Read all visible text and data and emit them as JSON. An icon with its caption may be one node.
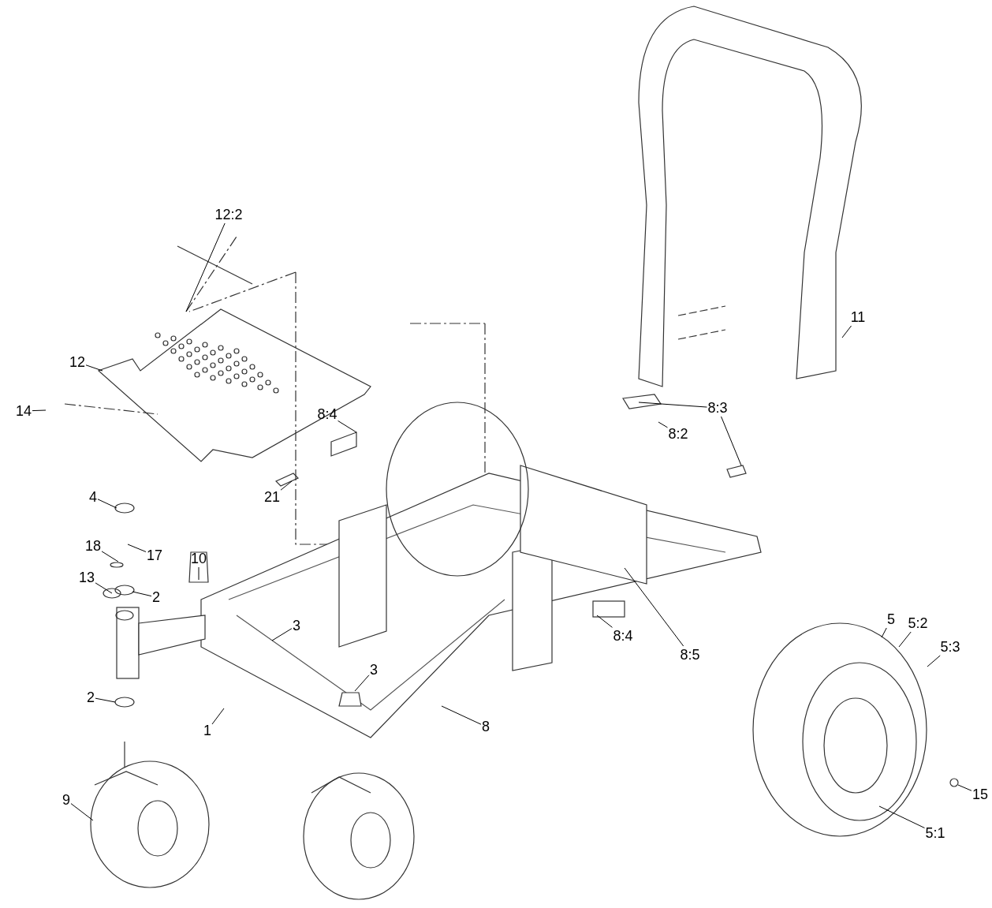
{
  "diagram": {
    "nodes": [
      {
        "text": [
          "12:2"
        ]
      },
      {
        "text": [
          "12"
        ]
      },
      {
        "text": [
          "14"
        ]
      },
      {
        "text": [
          "8:4"
        ]
      },
      {
        "text": [
          "21"
        ]
      },
      {
        "text": [
          "4"
        ]
      },
      {
        "text": [
          "18"
        ]
      },
      {
        "text": [
          "17"
        ]
      },
      {
        "text": [
          "10"
        ]
      },
      {
        "text": [
          "2"
        ]
      },
      {
        "text": [
          "13"
        ]
      },
      {
        "text": [
          "3"
        ]
      },
      {
        "text": [
          "3"
        ]
      },
      {
        "text": [
          "2"
        ]
      },
      {
        "text": [
          "1"
        ]
      },
      {
        "text": [
          "8"
        ]
      },
      {
        "text": [
          "9"
        ]
      },
      {
        "text": [
          "8:3"
        ]
      },
      {
        "text": [
          "8:2"
        ]
      },
      {
        "text": [
          "11"
        ]
      },
      {
        "text": [
          "8:4"
        ]
      },
      {
        "text": [
          "8:5"
        ]
      },
      {
        "text": [
          "5"
        ]
      },
      {
        "text": [
          "5:2"
        ]
      },
      {
        "text": [
          "5:3"
        ]
      },
      {
        "text": [
          "15"
        ]
      },
      {
        "text": [
          "5:1"
        ]
      }
    ],
    "edges": [
      {
        "from": 0,
        "to": null,
        "arrow": "none"
      },
      {
        "from": 1,
        "to": null,
        "arrow": "none"
      },
      {
        "from": 2,
        "to": null,
        "arrow": "none"
      },
      {
        "from": 3,
        "to": null,
        "arrow": "none"
      },
      {
        "from": 4,
        "to": null,
        "arrow": "none"
      },
      {
        "from": 5,
        "to": null,
        "arrow": "none"
      },
      {
        "from": 6,
        "to": null,
        "arrow": "none"
      },
      {
        "from": 7,
        "to": null,
        "arrow": "none"
      },
      {
        "from": 8,
        "to": null,
        "arrow": "none"
      },
      {
        "from": 9,
        "to": null,
        "arrow": "none"
      },
      {
        "from": 10,
        "to": null,
        "arrow": "none"
      },
      {
        "from": 11,
        "to": null,
        "arrow": "none"
      },
      {
        "from": 12,
        "to": null,
        "arrow": "none"
      },
      {
        "from": 13,
        "to": null,
        "arrow": "none"
      },
      {
        "from": 14,
        "to": null,
        "arrow": "none"
      },
      {
        "from": 15,
        "to": null,
        "arrow": "none"
      },
      {
        "from": 16,
        "to": null,
        "arrow": "none"
      },
      {
        "from": 17,
        "to": null,
        "arrow": "none"
      },
      {
        "from": 17,
        "to": null,
        "arrow": "none"
      },
      {
        "from": 18,
        "to": null,
        "arrow": "none"
      },
      {
        "from": 19,
        "to": null,
        "arrow": "none"
      },
      {
        "from": 20,
        "to": null,
        "arrow": "none"
      },
      {
        "from": 21,
        "to": null,
        "arrow": "none"
      },
      {
        "from": 22,
        "to": null,
        "arrow": "none"
      },
      {
        "from": 23,
        "to": null,
        "arrow": "none"
      },
      {
        "from": 24,
        "to": null,
        "arrow": "none"
      },
      {
        "from": 25,
        "to": null,
        "arrow": "none"
      },
      {
        "from": 26,
        "to": null,
        "arrow": "none"
      }
    ]
  }
}
